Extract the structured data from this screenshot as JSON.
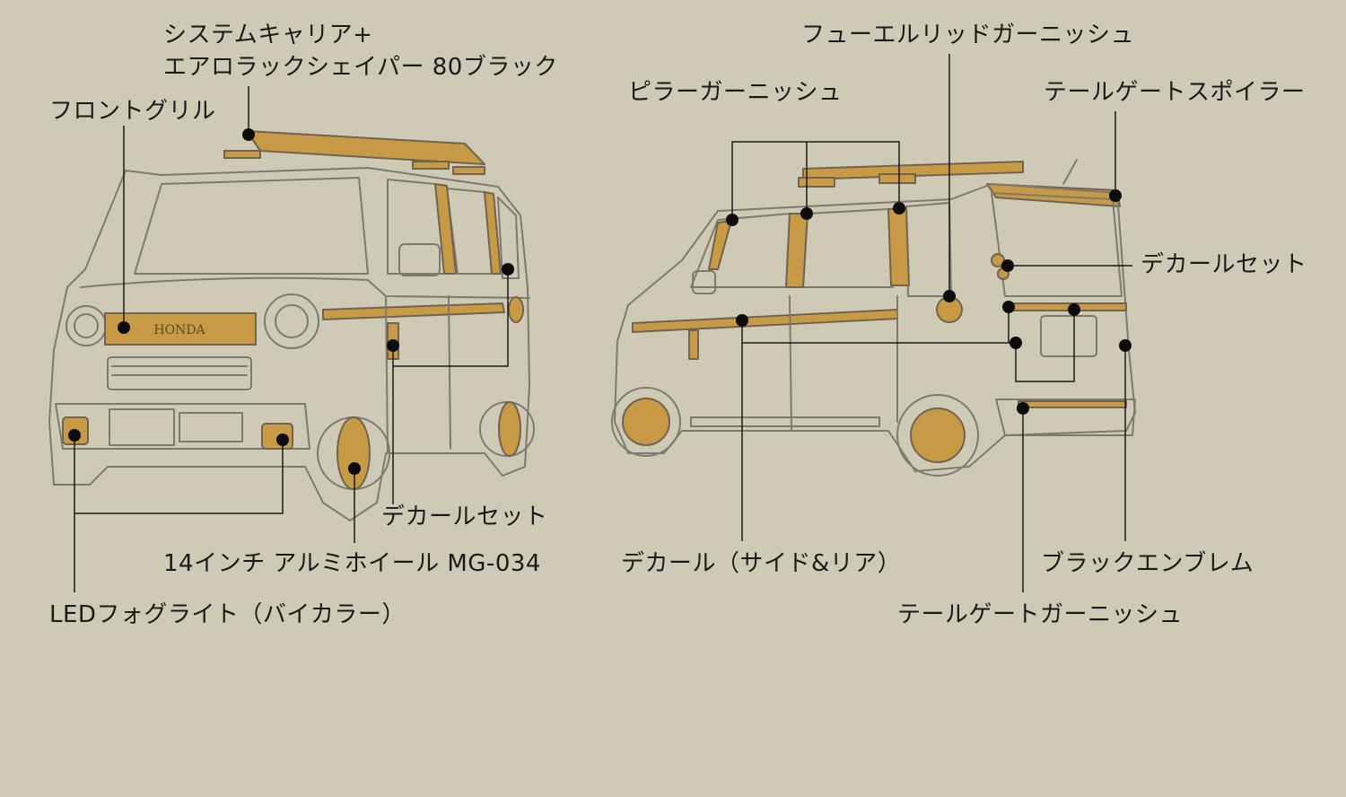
{
  "colors": {
    "background": "#cfcab6",
    "line": "#7d7a70",
    "accent": "#c99a45",
    "text": "#1a1a1a"
  },
  "labels": {
    "carrier_line1": "システムキャリア+",
    "carrier_line2": "エアロラックシェイパー 80ブラック",
    "front_grille": "フロントグリル",
    "decal_set_left": "デカールセット",
    "wheel": "14インチ アルミホイール MG-034",
    "fog_light": "LEDフォグライト（バイカラー）",
    "fuel_lid": "フューエルリッドガーニッシュ",
    "pillar": "ピラーガーニッシュ",
    "spoiler": "テールゲートスポイラー",
    "decal_set_right": "デカールセット",
    "decal_side_rear": "デカール（サイド&リア）",
    "black_emblem": "ブラックエンブレム",
    "tailgate_garnish": "テールゲートガーニッシュ"
  },
  "emblem_text": "HONDA"
}
